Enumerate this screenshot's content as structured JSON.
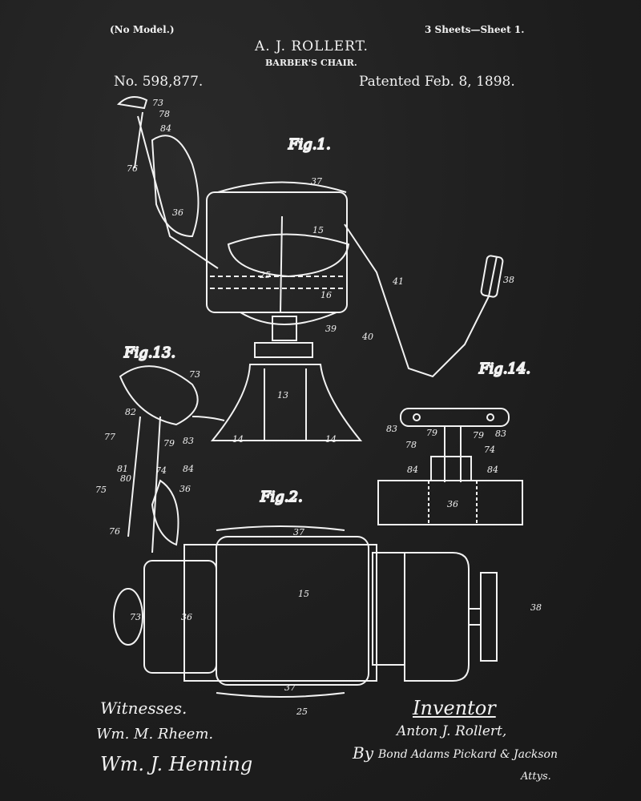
{
  "header": {
    "no_model": "(No Model.)",
    "sheets": "3 Sheets—Sheet 1.",
    "inventor_name": "A. J. ROLLERT.",
    "title": "BARBER'S CHAIR.",
    "patent_number": "No. 598,877.",
    "patent_date": "Patented Feb. 8, 1898."
  },
  "figures": [
    "Fig.1.",
    "Fig.13.",
    "Fig.14.",
    "Fig.2."
  ],
  "fig1_numbers": [
    "73",
    "78",
    "84",
    "76",
    "36",
    "37",
    "15",
    "25",
    "16",
    "39",
    "40",
    "41",
    "38",
    "13",
    "14",
    "14"
  ],
  "fig13_numbers": [
    "73",
    "82",
    "77",
    "79",
    "83",
    "81",
    "80",
    "74",
    "84",
    "75",
    "36",
    "76"
  ],
  "fig14_numbers": [
    "83",
    "79",
    "79",
    "83",
    "78",
    "74",
    "84",
    "84",
    "36"
  ],
  "fig2_numbers": [
    "37",
    "15",
    "73",
    "36",
    "38",
    "37",
    "25"
  ],
  "signatures": {
    "witnesses_label": "Witnesses.",
    "witness_1": "Wm. M. Rheem.",
    "witness_2": "Wm. J. Henning",
    "inventor_label": "Inventor",
    "inventor_signature": "Anton J. Rollert,",
    "by": "By",
    "attorneys": "Bond Adams Pickard & Jackson",
    "attys_label": "Attys."
  },
  "colors": {
    "background": "#1f1f1f",
    "ink": "#f2f2f2"
  }
}
